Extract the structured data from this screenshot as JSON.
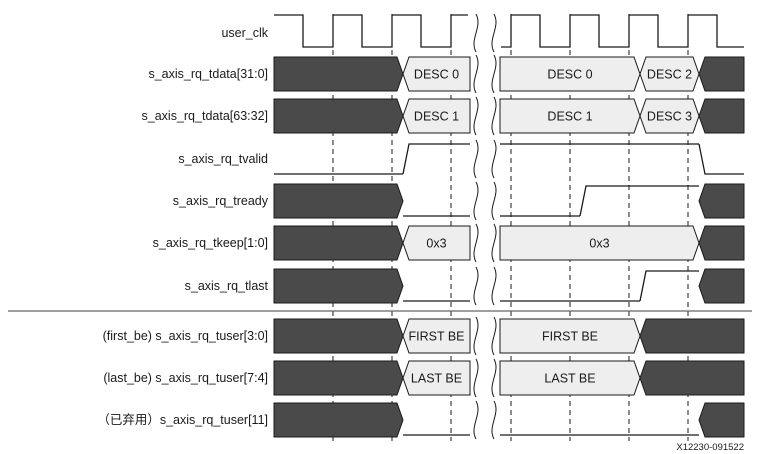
{
  "figure_id": "X12230-091522",
  "signals": [
    {
      "name": "user_clk",
      "kind": "clock"
    },
    {
      "name": "s_axis_rq_tdata[31:0]",
      "kind": "bus",
      "segments": [
        {
          "from": "start",
          "to": "t1",
          "style": "dark",
          "label": ""
        },
        {
          "from": "t1",
          "to": "break",
          "style": "light",
          "label": "DESC 0"
        },
        {
          "from": "break",
          "to": "t4",
          "style": "light",
          "label": "DESC 0"
        },
        {
          "from": "t4",
          "to": "t5",
          "style": "light",
          "label": "DESC 2"
        },
        {
          "from": "t5",
          "to": "end",
          "style": "dark",
          "label": ""
        }
      ]
    },
    {
      "name": "s_axis_rq_tdata[63:32]",
      "kind": "bus",
      "segments": [
        {
          "from": "start",
          "to": "t1",
          "style": "dark",
          "label": ""
        },
        {
          "from": "t1",
          "to": "break",
          "style": "light",
          "label": "DESC 1"
        },
        {
          "from": "break",
          "to": "t4",
          "style": "light",
          "label": "DESC 1"
        },
        {
          "from": "t4",
          "to": "t5",
          "style": "light",
          "label": "DESC 3"
        },
        {
          "from": "t5",
          "to": "end",
          "style": "dark",
          "label": ""
        }
      ]
    },
    {
      "name": "s_axis_rq_tvalid",
      "kind": "logic",
      "levels": [
        {
          "from": "start",
          "to": "t1",
          "level": 0
        },
        {
          "from": "t1",
          "to": "t5",
          "level": 1
        },
        {
          "from": "t5",
          "to": "end",
          "level": 0
        }
      ]
    },
    {
      "name": "s_axis_rq_tready",
      "kind": "bus",
      "segments": [
        {
          "from": "start",
          "to": "t1",
          "style": "dark",
          "label": ""
        },
        {
          "from": "t5",
          "to": "end",
          "style": "dark",
          "label": ""
        }
      ],
      "levels": [
        {
          "from": "t1",
          "to": "t3",
          "level": 0
        },
        {
          "from": "t3",
          "to": "t5",
          "level": 1
        }
      ]
    },
    {
      "name": "s_axis_rq_tkeep[1:0]",
      "kind": "bus",
      "segments": [
        {
          "from": "start",
          "to": "t1",
          "style": "dark",
          "label": ""
        },
        {
          "from": "t1",
          "to": "break",
          "style": "light",
          "label": "0x3"
        },
        {
          "from": "break",
          "to": "t5",
          "style": "light",
          "label": "0x3"
        },
        {
          "from": "t5",
          "to": "end",
          "style": "dark",
          "label": ""
        }
      ]
    },
    {
      "name": "s_axis_rq_tlast",
      "kind": "bus",
      "segments": [
        {
          "from": "start",
          "to": "t1",
          "style": "dark",
          "label": ""
        },
        {
          "from": "t5",
          "to": "end",
          "style": "dark",
          "label": ""
        }
      ],
      "levels": [
        {
          "from": "t1",
          "to": "t4",
          "level": 0
        },
        {
          "from": "t4",
          "to": "t5",
          "level": 1
        }
      ]
    },
    {
      "name": "(first_be) s_axis_rq_tuser[3:0]",
      "kind": "bus",
      "segments": [
        {
          "from": "start",
          "to": "t1",
          "style": "dark",
          "label": ""
        },
        {
          "from": "t1",
          "to": "break",
          "style": "light",
          "label": "FIRST BE"
        },
        {
          "from": "break",
          "to": "t3b",
          "style": "light",
          "label": "FIRST BE"
        },
        {
          "from": "t3b",
          "to": "end",
          "style": "dark",
          "label": ""
        }
      ]
    },
    {
      "name": "(last_be) s_axis_rq_tuser[7:4]",
      "kind": "bus",
      "segments": [
        {
          "from": "start",
          "to": "t1",
          "style": "dark",
          "label": ""
        },
        {
          "from": "t1",
          "to": "break",
          "style": "light",
          "label": "LAST BE"
        },
        {
          "from": "break",
          "to": "t3b",
          "style": "light",
          "label": "LAST BE"
        },
        {
          "from": "t3b",
          "to": "end",
          "style": "dark",
          "label": ""
        }
      ]
    },
    {
      "name": "（已弃用）s_axis_rq_tuser[11]",
      "kind": "bus",
      "segments": [
        {
          "from": "start",
          "to": "t1",
          "style": "dark",
          "label": ""
        },
        {
          "from": "t5",
          "to": "end",
          "style": "dark",
          "label": ""
        }
      ],
      "levels": [
        {
          "from": "t1",
          "to": "t5",
          "level": 0
        }
      ]
    }
  ],
  "colors": {
    "dark_fill": "#4a4a4a",
    "light_fill": "#eeeeee",
    "line": "#1a1a1a"
  }
}
